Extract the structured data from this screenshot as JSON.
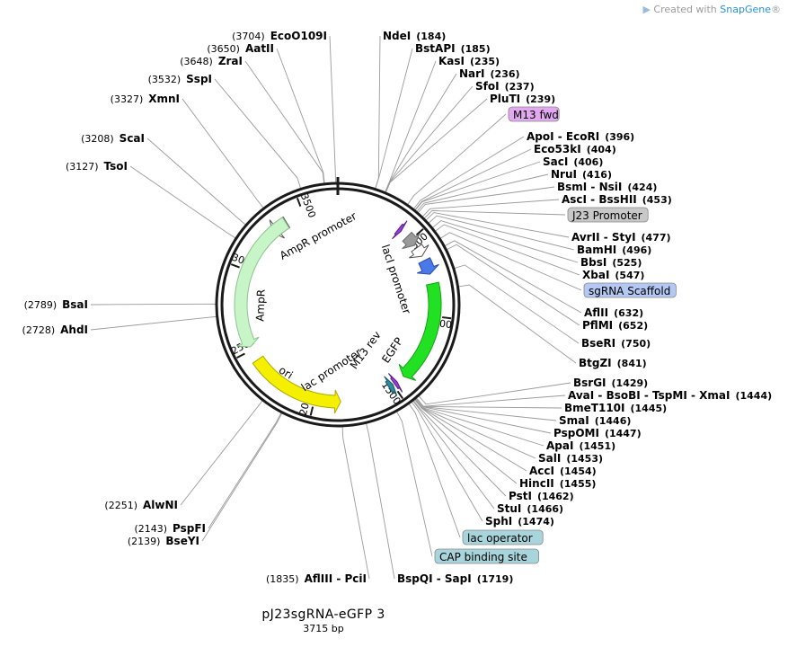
{
  "credit": {
    "prefix": "Created with",
    "brand": "SnapGene",
    "reg": "®",
    "logo": "snapgene-logo-icon"
  },
  "plasmid": {
    "name": "pJ23sgRNA-eGFP 3",
    "length_label": "3715 bp",
    "length": 3715
  },
  "ring_ticks": [
    {
      "bp": 500,
      "label": "500"
    },
    {
      "bp": 1000,
      "label": "1000"
    },
    {
      "bp": 1500,
      "label": "1500"
    },
    {
      "bp": 2000,
      "label": "2000"
    },
    {
      "bp": 2500,
      "label": "2500"
    },
    {
      "bp": 3000,
      "label": "3000"
    },
    {
      "bp": 3500,
      "label": "3500"
    }
  ],
  "enzymes_right": [
    {
      "name": "NdeI",
      "pos": "(184)",
      "bp": 184
    },
    {
      "name": "BstAPI",
      "pos": "(185)",
      "bp": 185
    },
    {
      "name": "KasI",
      "pos": "(235)",
      "bp": 235
    },
    {
      "name": "NarI",
      "pos": "(236)",
      "bp": 236
    },
    {
      "name": "SfoI",
      "pos": "(237)",
      "bp": 237
    },
    {
      "name": "PluTI",
      "pos": "(239)",
      "bp": 239
    },
    {
      "feature": "M13 fwd",
      "color": "#e2a8f0",
      "bp": 360
    },
    {
      "name": "ApoI - EcoRI",
      "pos": "(396)",
      "bp": 396
    },
    {
      "name": "Eco53kI",
      "pos": "(404)",
      "bp": 404
    },
    {
      "name": "SacI",
      "pos": "(406)",
      "bp": 406
    },
    {
      "name": "NruI",
      "pos": "(416)",
      "bp": 416
    },
    {
      "name": "BsmI - NsiI",
      "pos": "(424)",
      "bp": 424
    },
    {
      "name": "AscI - BssHII",
      "pos": "(453)",
      "bp": 453
    },
    {
      "feature": "J23 Promoter",
      "color": "#c8c8c8",
      "bp": 465
    },
    {
      "name": "AvrII - StyI",
      "pos": "(477)",
      "bp": 477
    },
    {
      "name": "BamHI",
      "pos": "(496)",
      "bp": 496
    },
    {
      "name": "BbsI",
      "pos": "(525)",
      "bp": 525
    },
    {
      "name": "XbaI",
      "pos": "(547)",
      "bp": 547
    },
    {
      "feature": "sgRNA Scaffold",
      "color": "#b4c8f4",
      "bp": 590
    },
    {
      "name": "AflII",
      "pos": "(632)",
      "bp": 632
    },
    {
      "name": "PflMI",
      "pos": "(652)",
      "bp": 652
    },
    {
      "name": "BseRI",
      "pos": "(750)",
      "bp": 750
    },
    {
      "name": "BtgZI",
      "pos": "(841)",
      "bp": 841
    },
    {
      "name": "BsrGI",
      "pos": "(1429)",
      "bp": 1429
    },
    {
      "name": "AvaI - BsoBI - TspMI - XmaI",
      "pos": "(1444)",
      "bp": 1444
    },
    {
      "name": "BmeT110I",
      "pos": "(1445)",
      "bp": 1445
    },
    {
      "name": "SmaI",
      "pos": "(1446)",
      "bp": 1446
    },
    {
      "name": "PspOMI",
      "pos": "(1447)",
      "bp": 1447
    },
    {
      "name": "ApaI",
      "pos": "(1451)",
      "bp": 1451
    },
    {
      "name": "SalI",
      "pos": "(1453)",
      "bp": 1453
    },
    {
      "name": "AccI",
      "pos": "(1454)",
      "bp": 1454
    },
    {
      "name": "HincII",
      "pos": "(1455)",
      "bp": 1455
    },
    {
      "name": "PstI",
      "pos": "(1462)",
      "bp": 1462
    },
    {
      "name": "StuI",
      "pos": "(1466)",
      "bp": 1466
    },
    {
      "name": "SphI",
      "pos": "(1474)",
      "bp": 1474
    },
    {
      "feature": "lac operator",
      "color": "#a8d4dc",
      "bp": 1490
    },
    {
      "feature": "CAP binding site",
      "color": "#a8d4dc",
      "bp": 1560
    },
    {
      "name": "BspQI - SapI",
      "pos": "(1719)",
      "bp": 1719
    }
  ],
  "enzymes_left": [
    {
      "name": "EcoO109I",
      "pos": "(3704)",
      "bp": 3704
    },
    {
      "name": "AatII",
      "pos": "(3650)",
      "bp": 3650
    },
    {
      "name": "ZraI",
      "pos": "(3648)",
      "bp": 3648
    },
    {
      "name": "SspI",
      "pos": "(3532)",
      "bp": 3532
    },
    {
      "name": "XmnI",
      "pos": "(3327)",
      "bp": 3327
    },
    {
      "name": "ScaI",
      "pos": "(3208)",
      "bp": 3208
    },
    {
      "name": "TsoI",
      "pos": "(3127)",
      "bp": 3127
    },
    {
      "name": "BsaI",
      "pos": "(2789)",
      "bp": 2789
    },
    {
      "name": "AhdI",
      "pos": "(2728)",
      "bp": 2728
    },
    {
      "name": "AlwNI",
      "pos": "(2251)",
      "bp": 2251
    },
    {
      "name": "PspFI",
      "pos": "(2143)",
      "bp": 2143
    },
    {
      "name": "BseYI",
      "pos": "(2139)",
      "bp": 2139
    },
    {
      "name": "AflIII - PciI",
      "pos": "(1835)",
      "bp": 1835
    }
  ],
  "features": [
    {
      "name": "AmpR promoter",
      "color": "#ffffff",
      "stroke": "#555555",
      "start": 3280,
      "end": 3385,
      "dir": "rev"
    },
    {
      "name": "AmpR",
      "color": "#c8f5c8",
      "stroke": "#8cc48c",
      "start": 2520,
      "end": 3380,
      "dir": "rev"
    },
    {
      "name": "ori",
      "color": "#f5f000",
      "stroke": "#b0a800",
      "start": 1840,
      "end": 2430,
      "dir": "rev"
    },
    {
      "name": "lacI promoter",
      "color": "#4a7ae8",
      "stroke": "#2a4aa8",
      "start": 650,
      "end": 740,
      "dir": "fwd"
    },
    {
      "name": "EGFP",
      "color": "#22e022",
      "stroke": "#16a016",
      "start": 800,
      "end": 1420,
      "dir": "fwd"
    },
    {
      "name": "lac promoter",
      "color": "#2a8aa0",
      "stroke": "#1a5a68",
      "start": 1500,
      "end": 1530,
      "dir": "rev"
    },
    {
      "name": "M13 rev",
      "color": "#9a3ad8",
      "stroke": "#5a1a88",
      "start": 1470,
      "end": 1490,
      "dir": "rev"
    },
    {
      "name": "J23 Promoter",
      "color": "#9a9a9a",
      "stroke": "#6a6a6a",
      "start": 470,
      "end": 540,
      "dir": "fwd"
    },
    {
      "name": "M13 fwd",
      "color": "#9a3ad8",
      "stroke": "#5a1a88",
      "start": 400,
      "end": 420,
      "dir": "fwd"
    },
    {
      "name": "sgRNA Scaffold",
      "color": "#ffffff",
      "stroke": "#555555",
      "start": 560,
      "end": 620,
      "dir": "fwd"
    }
  ],
  "feature_labels": {
    "AmpR promoter": "AmpR promoter",
    "AmpR": "AmpR",
    "ori": "ori",
    "lacI promoter": "lacI promoter",
    "EGFP": "EGFP",
    "lac promoter": "lac promoter",
    "M13 rev": "M13 rev"
  }
}
